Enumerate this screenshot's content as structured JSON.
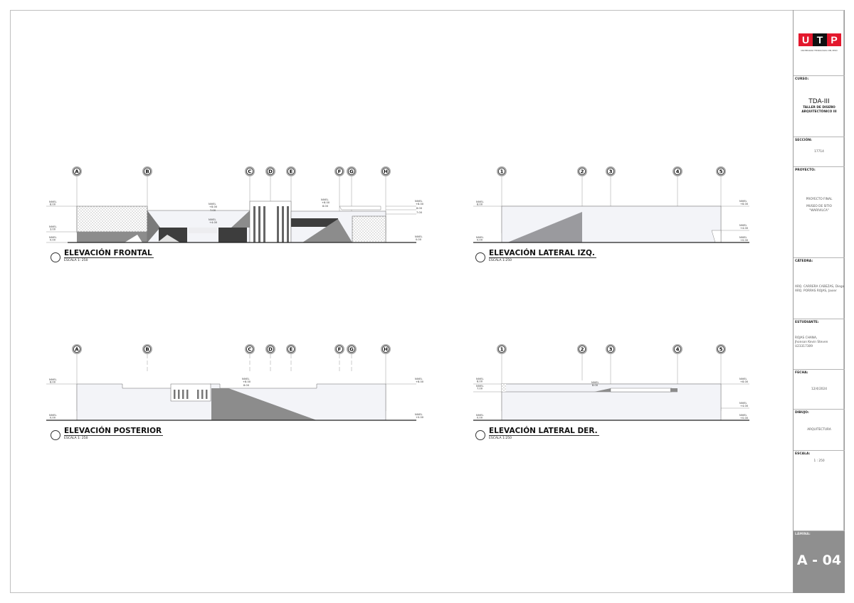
{
  "titleblock": {
    "logo": {
      "letters": [
        "U",
        "T",
        "P"
      ],
      "subtitle": "UNIVERSIDAD TECNOLÓGICA DEL PERÚ",
      "colors": {
        "red": "#e3182d",
        "black": "#111111"
      }
    },
    "curso": {
      "label": "CURSO:",
      "code": "TDA-III",
      "line1": "TALLER DE DISEÑO",
      "line2": "ARQUITECTÓNICO III"
    },
    "seccion": {
      "label": "SECCIÓN:",
      "value": "17714"
    },
    "proyecto": {
      "label": "PROYECTO:",
      "line1": "PROYECTO FINAL",
      "line2": "MUSEO DE SITIO",
      "line3": "\"WARIVILCA\""
    },
    "catedra": {
      "label": "CÁTEDRA:",
      "line1": "ARQ. CARRERA CABEZAS, Diego",
      "line2": "ARQ. PORRAS ROJAS, Javier"
    },
    "estudiante": {
      "label": "ESTUDIANTE:",
      "line1": "ROJAS CHANA,",
      "line2": "Jhonson Kevin Steven",
      "line3": "U23317309"
    },
    "fecha": {
      "label": "FECHA:",
      "value": "12/4/2024"
    },
    "dibujo": {
      "label": "DIBUJO:",
      "value": "ARQUITECTURA"
    },
    "escala": {
      "label": "ESCALA:",
      "value": "1 : 250"
    },
    "lamina": {
      "label": "LÁMINA:",
      "value": "A - 04",
      "color": "#8f8f8f"
    }
  },
  "elevations": {
    "frontal": {
      "title": "ELEVACIÓN FRONTAL",
      "scale": "ESCALA  1: 250",
      "axes": [
        "A",
        "B",
        "C",
        "D",
        "E",
        "F",
        "G",
        "H"
      ],
      "levels_left": [
        {
          "label": "NIVEL",
          "value": "8.00"
        },
        {
          "label": "NIVEL",
          "value": "3.00"
        },
        {
          "label": "NIVEL",
          "value": "0.00"
        }
      ],
      "levels_mid": [
        {
          "label": "NIVEL",
          "value": "+8.00"
        },
        {
          "label": "",
          "value": "7.00"
        },
        {
          "label": "NIVEL",
          "value": "+4.00"
        }
      ],
      "levels_mid2": [
        {
          "label": "NIVEL",
          "value": "+8.00"
        },
        {
          "label": "",
          "value": "8.00"
        }
      ],
      "levels_right": [
        {
          "label": "NIVEL",
          "value": "+8.00"
        },
        {
          "label": "",
          "value": "8.00"
        },
        {
          "label": "",
          "value": "7.00"
        },
        {
          "label": "NIVEL",
          "value": "0.00"
        }
      ]
    },
    "lateral_izq": {
      "title": "ELEVACIÓN LATERAL IZQ.",
      "scale": "ESCALA  1:250",
      "axes": [
        "1",
        "2",
        "3",
        "4",
        "5"
      ],
      "levels_left": [
        {
          "label": "NIVEL",
          "value": "8.00"
        },
        {
          "label": "NIVEL",
          "value": "0.00"
        }
      ],
      "levels_right": [
        {
          "label": "NIVEL",
          "value": "+8.00"
        },
        {
          "label": "NIVEL",
          "value": "+4.00"
        },
        {
          "label": "NIVEL",
          "value": "+0.00"
        }
      ]
    },
    "posterior": {
      "title": "ELEVACIÓN POSTERIOR",
      "scale": "ESCALA  1: 250",
      "axes": [
        "A",
        "B",
        "C",
        "D",
        "E",
        "F",
        "G",
        "H"
      ],
      "levels_left": [
        {
          "label": "NIVEL",
          "value": "8.00"
        },
        {
          "label": "NIVEL",
          "value": "0.00"
        }
      ],
      "levels_mid": [
        {
          "label": "NIVEL",
          "value": "+8.00"
        },
        {
          "label": "",
          "value": "8.00"
        }
      ],
      "levels_right": [
        {
          "label": "NIVEL",
          "value": "+8.00"
        },
        {
          "label": "NIVEL",
          "value": "+0.00"
        }
      ]
    },
    "lateral_der": {
      "title": "ELEVACIÓN LATERAL DER.",
      "scale": "ESCALA  1:250",
      "axes": [
        "1",
        "2",
        "3",
        "4",
        "5"
      ],
      "levels_left": [
        {
          "label": "NIVEL",
          "value": "8.00"
        },
        {
          "label": "NIVEL",
          "value": "7.00"
        },
        {
          "label": "NIVEL",
          "value": "0.00"
        }
      ],
      "levels_mid": [
        {
          "label": "NIVEL",
          "value": "8.00"
        }
      ],
      "levels_right": [
        {
          "label": "NIVEL",
          "value": "+8.00"
        },
        {
          "label": "NIVEL",
          "value": "+4.00"
        },
        {
          "label": "NIVEL",
          "value": "+0.00"
        }
      ]
    }
  }
}
